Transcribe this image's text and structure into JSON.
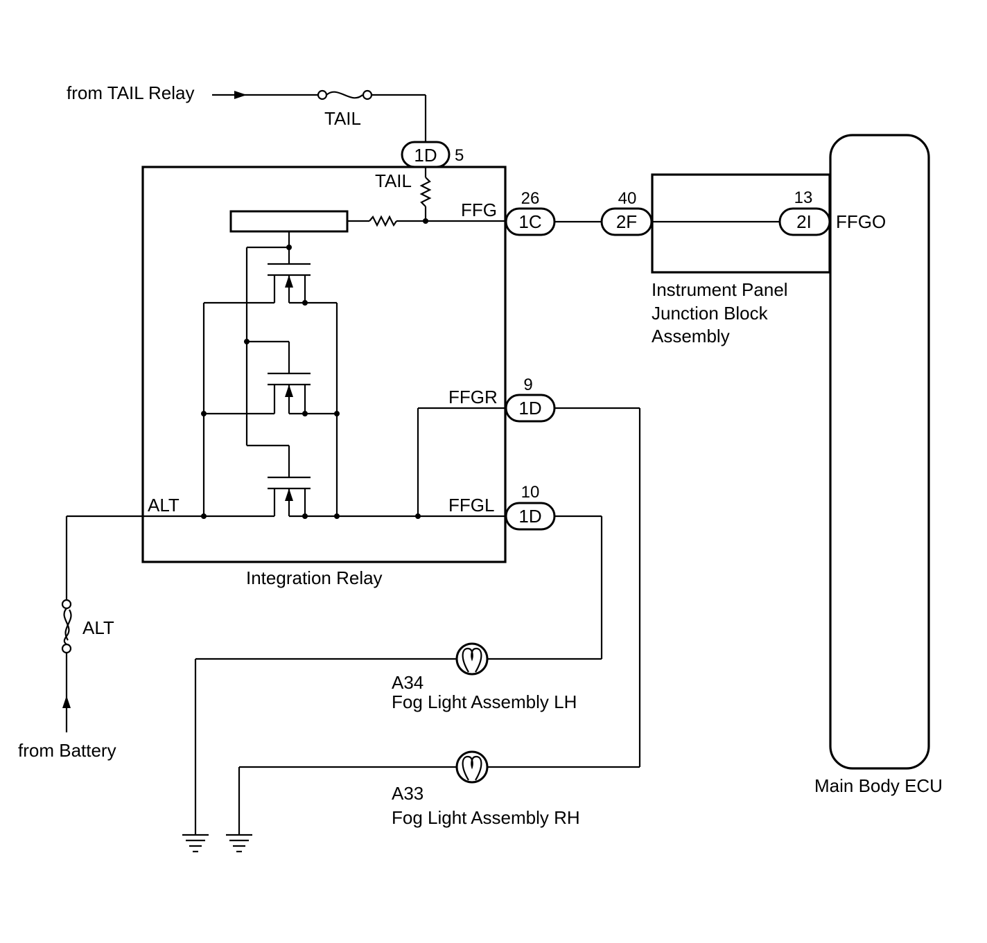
{
  "labels": {
    "from_tail_relay": "from TAIL Relay",
    "tail_fuse": "TAIL",
    "tail_resistor": "TAIL",
    "ffg": "FFG",
    "ffgr": "FFGR",
    "ffgl": "FFGL",
    "alt_terminal": "ALT",
    "alt_fuse": "ALT",
    "from_battery": "from Battery",
    "integration_relay": "Integration Relay",
    "jb_line1": "Instrument Panel",
    "jb_line2": "Junction Block",
    "jb_line3": "Assembly",
    "ffgo": "FFGO",
    "main_body_ecu": "Main Body ECU",
    "fog_lh_code": "A34",
    "fog_lh_name": "Fog Light Assembly LH",
    "fog_rh_code": "A33",
    "fog_rh_name": "Fog Light Assembly RH"
  },
  "connectors": {
    "tail_in": {
      "connector": "1D",
      "pin": "5"
    },
    "ffg_out": {
      "connector": "1C",
      "pin": "26"
    },
    "jb_in": {
      "connector": "2F",
      "pin": "40"
    },
    "ecu_in": {
      "connector": "2I",
      "pin": "13"
    },
    "ffgr_out": {
      "connector": "1D",
      "pin": "9"
    },
    "ffgl_out": {
      "connector": "1D",
      "pin": "10"
    }
  }
}
